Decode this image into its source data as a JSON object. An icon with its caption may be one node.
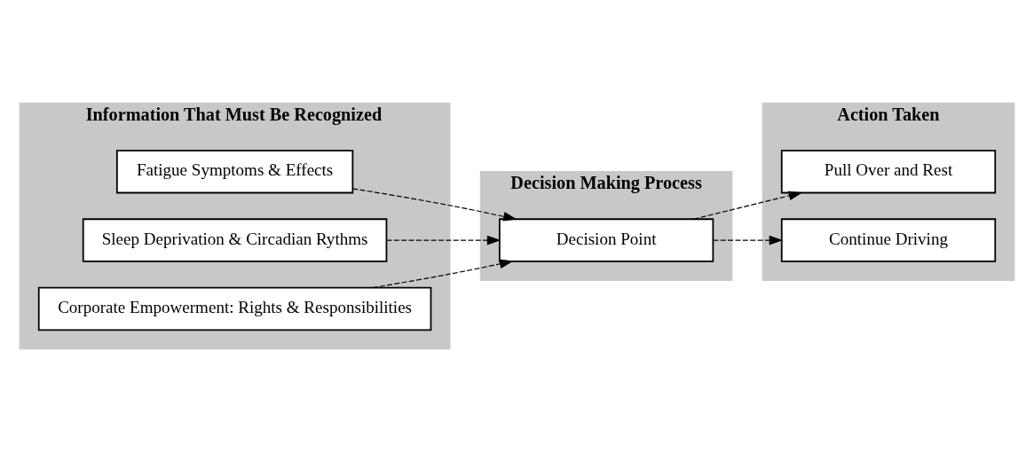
{
  "diagram": {
    "nodes": [
      {
        "text": [
          "Information That Must Be Recognized"
        ]
      },
      {
        "text": [
          "Fatigue Symptoms & Effects"
        ],
        "in": 0
      },
      {
        "text": [
          "Sleep Deprivation & Circadian Rythms"
        ],
        "in": 0
      },
      {
        "text": [
          "Corporate Empowerment: Rights & Responsibilities"
        ],
        "in": 0
      },
      {
        "text": [
          "Decision Making Process"
        ]
      },
      {
        "text": [
          "Decision Point"
        ],
        "in": 4
      },
      {
        "text": [
          "Action Taken"
        ]
      },
      {
        "text": [
          "Pull Over and Rest"
        ],
        "in": 6
      },
      {
        "text": [
          "Continue Driving"
        ],
        "in": 6
      }
    ],
    "edges": [
      {
        "from": 1,
        "to": 5,
        "arrow": "to",
        "style": "dashed"
      },
      {
        "from": 2,
        "to": 5,
        "arrow": "to",
        "style": "dashed"
      },
      {
        "from": 3,
        "to": 5,
        "arrow": "to",
        "style": "dashed"
      },
      {
        "from": 5,
        "to": 7,
        "arrow": "to",
        "style": "dashed"
      },
      {
        "from": 5,
        "to": 8,
        "arrow": "to",
        "style": "dashed"
      }
    ]
  }
}
